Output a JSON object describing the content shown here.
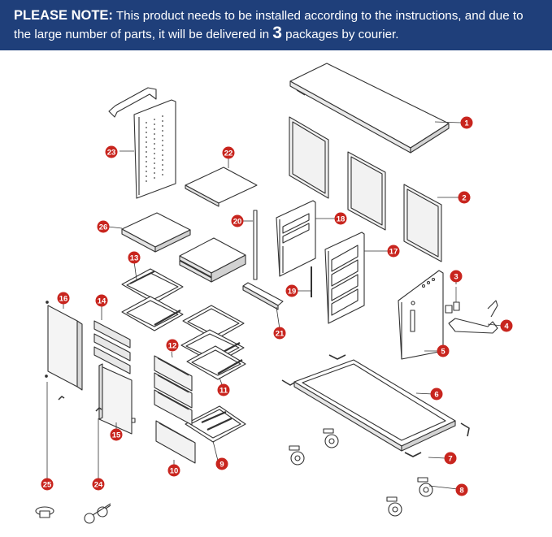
{
  "banner": {
    "label": "PLEASE NOTE:",
    "text_1": " This product needs to be installed according to the instructions, and due to the large number of parts, it will be delivered in ",
    "package_count": "3",
    "text_2": " packages by courier."
  },
  "colors": {
    "banner_bg": "#1f3f7a",
    "banner_text": "#ffffff",
    "callout": "#c8251e",
    "line": "#333333"
  },
  "parts": [
    {
      "id": "1"
    },
    {
      "id": "2"
    },
    {
      "id": "3"
    },
    {
      "id": "4"
    },
    {
      "id": "5"
    },
    {
      "id": "6"
    },
    {
      "id": "7"
    },
    {
      "id": "8"
    },
    {
      "id": "9"
    },
    {
      "id": "10"
    },
    {
      "id": "11"
    },
    {
      "id": "12"
    },
    {
      "id": "13"
    },
    {
      "id": "14"
    },
    {
      "id": "15"
    },
    {
      "id": "16"
    },
    {
      "id": "17"
    },
    {
      "id": "18"
    },
    {
      "id": "19"
    },
    {
      "id": "20"
    },
    {
      "id": "21"
    },
    {
      "id": "22"
    },
    {
      "id": "23"
    },
    {
      "id": "24"
    },
    {
      "id": "25"
    },
    {
      "id": "26"
    }
  ]
}
